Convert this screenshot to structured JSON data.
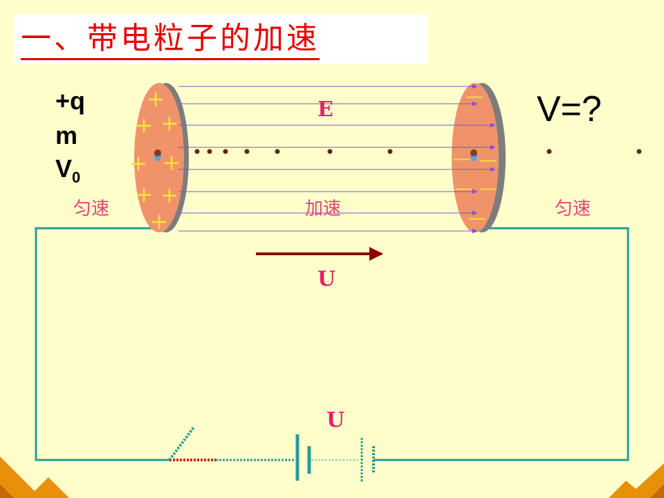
{
  "title": "一、带电粒子的加速",
  "particle": {
    "charge": "+q",
    "mass": "m",
    "velocity_symbol": "V",
    "velocity_subscript": "0"
  },
  "question": "V=?",
  "field_label": "E",
  "voltage_label": "U",
  "battery_label": "U",
  "regions": {
    "left": "匀速",
    "middle": "加速",
    "right": "匀速"
  },
  "plate_signs": {
    "positive": "+",
    "negative": "—"
  },
  "colors": {
    "background": "#FFFFCC",
    "title_red": "#E60000",
    "plate_fill": "#F0936A",
    "plate_edge": "#8A8A8A",
    "field_line": "#7A4FE0",
    "wire": "#2A9A9A",
    "arrow": "#8B0000",
    "label_pink": "#E0457A",
    "corner_orange": "#E8900A"
  }
}
